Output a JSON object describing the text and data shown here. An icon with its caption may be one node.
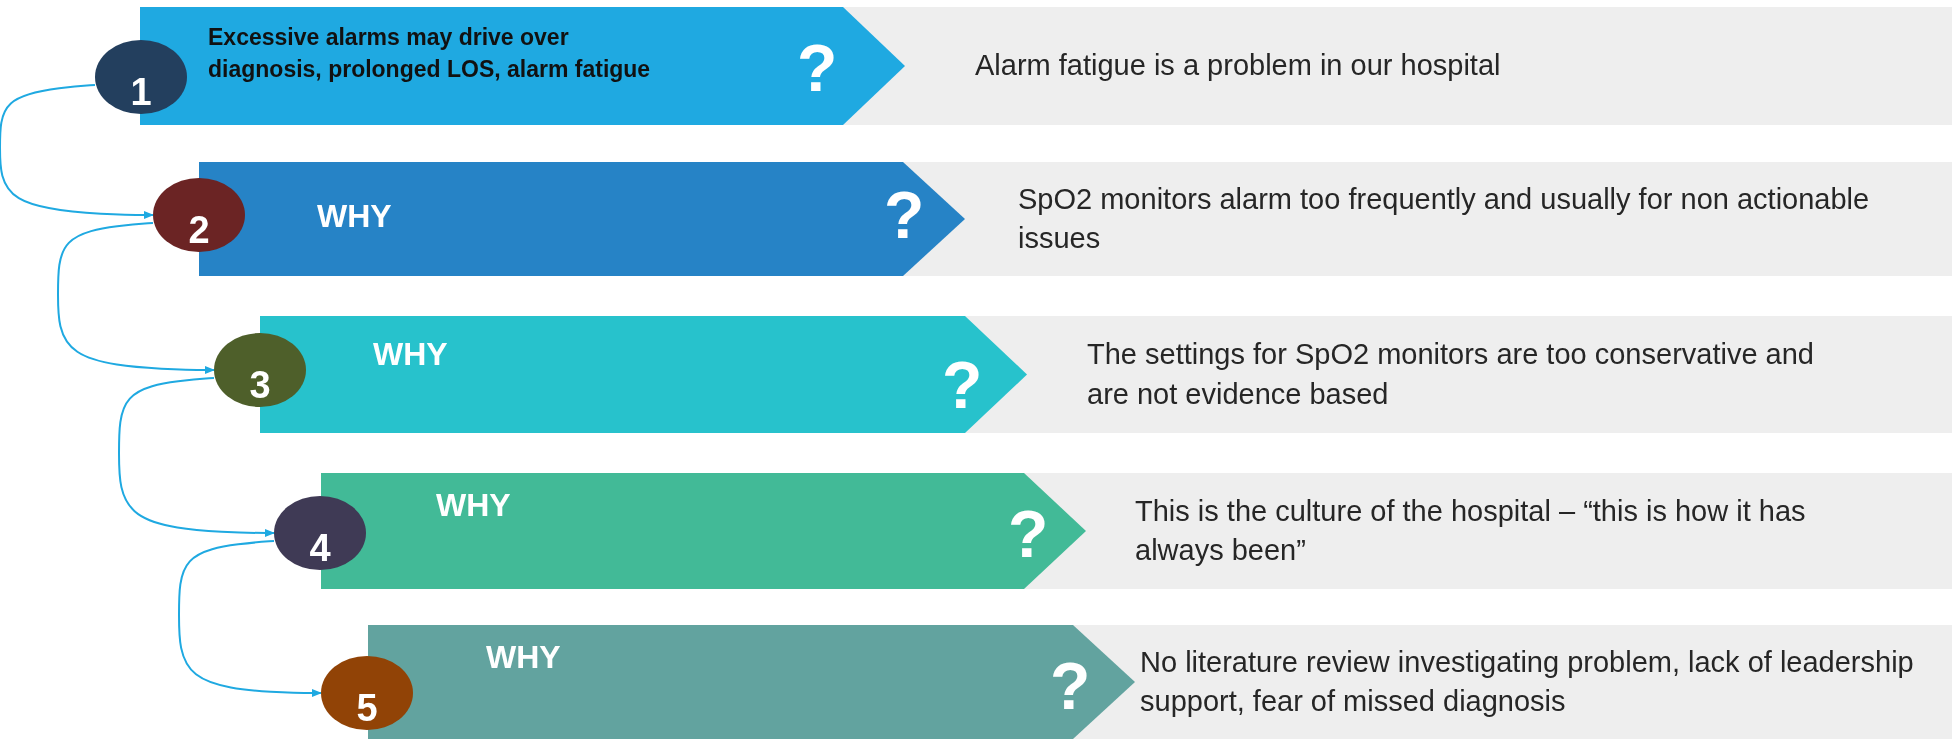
{
  "diagram": {
    "nodes": [
      {
        "text": [
          "Excessive alarms may drive over diagnosis, prolonged LOS, alarm fatigue",
          "?"
        ]
      },
      {
        "text": [
          "1"
        ]
      },
      {
        "text": [
          "Alarm fatigue is a problem in our hospital"
        ]
      },
      {
        "text": [
          "WHY",
          "?"
        ]
      },
      {
        "text": [
          "2"
        ]
      },
      {
        "text": [
          "SpO2 monitors alarm too frequently and usually for non actionable issues"
        ]
      },
      {
        "text": [
          "WHY",
          "?"
        ]
      },
      {
        "text": [
          "3"
        ]
      },
      {
        "text": [
          "The settings for SpO2 monitors are too conservative and are not evidence based"
        ]
      },
      {
        "text": [
          "WHY",
          "?"
        ]
      },
      {
        "text": [
          "4"
        ]
      },
      {
        "text": [
          "This is the culture of the hospital – “this is how it has always been”"
        ]
      },
      {
        "text": [
          "WHY",
          "?"
        ]
      },
      {
        "text": [
          "5"
        ]
      },
      {
        "text": [
          "No literature review investigating problem, lack of leadership support, fear of missed diagnosis"
        ]
      }
    ],
    "edges": [
      {
        "from": 1,
        "to": 4,
        "arrow": "to"
      },
      {
        "from": 4,
        "to": 7,
        "arrow": "to"
      },
      {
        "from": 7,
        "to": 10,
        "arrow": "to"
      },
      {
        "from": 10,
        "to": 13,
        "arrow": "to"
      }
    ]
  }
}
